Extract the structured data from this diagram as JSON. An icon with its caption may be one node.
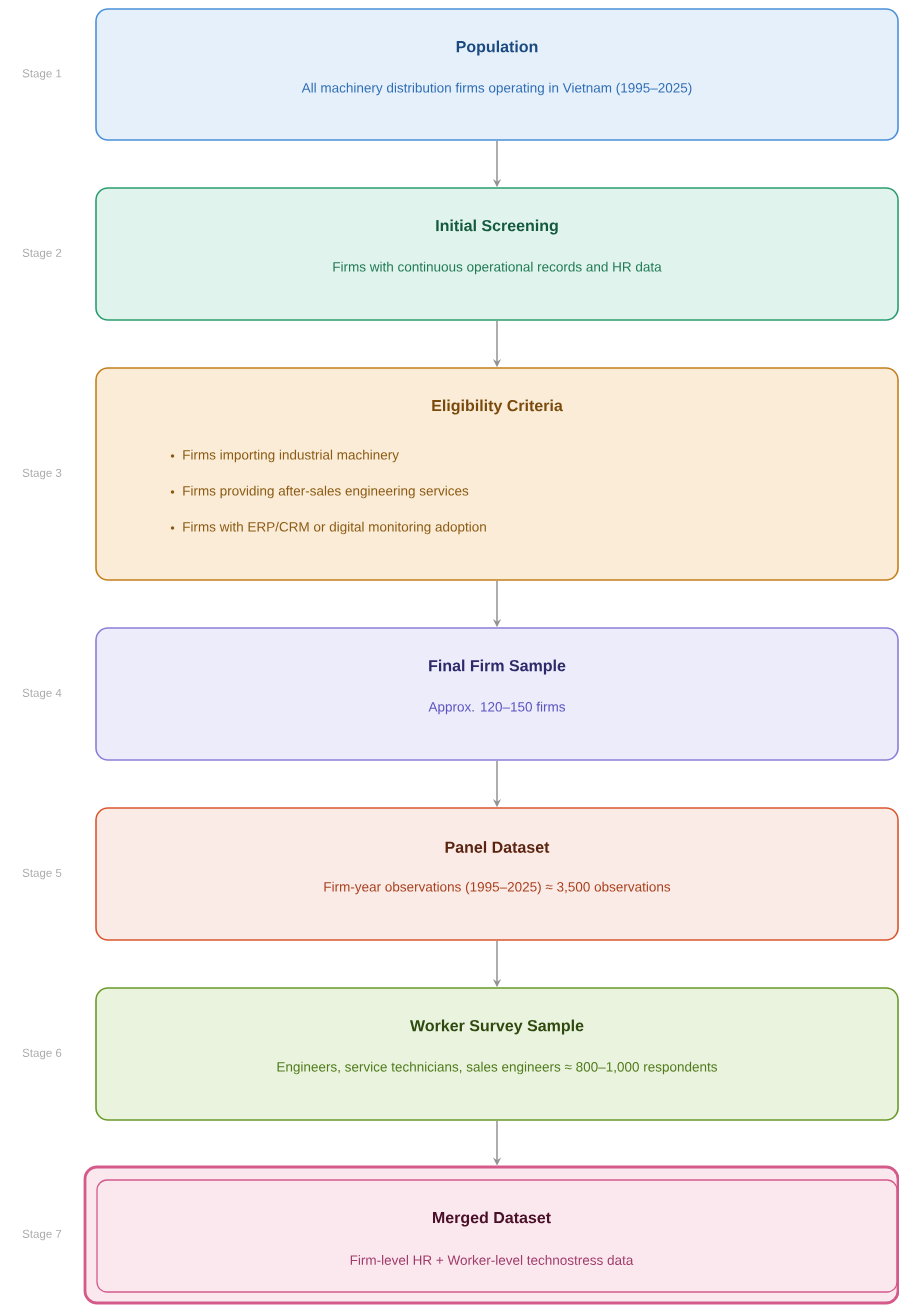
{
  "diagram": {
    "nodes": [
      {
        "text": [
          "Population",
          "All machinery distribution firms operating in Vietnam (1995–2025)"
        ],
        "beside": [
          "Stage 1"
        ]
      },
      {
        "text": [
          "Initial Screening",
          "Firms with continuous operational records and HR data"
        ],
        "beside": [
          "Stage 2"
        ]
      },
      {
        "text": [
          "Eligibility Criteria",
          "Firms importing industrial machinery",
          "Firms providing after-sales engineering services",
          "Firms with ERP/CRM or digital monitoring adoption"
        ],
        "beside": [
          "Stage 3"
        ]
      },
      {
        "text": [
          "Final Firm Sample",
          "Approx. 120–150 firms"
        ],
        "beside": [
          "Stage 4"
        ]
      },
      {
        "text": [
          "Panel Dataset",
          "Firm-year observations (1995–2025) ≈ 3,500 observations"
        ],
        "beside": [
          "Stage 5"
        ]
      },
      {
        "text": [
          "Worker Survey Sample",
          "Engineers, service technicians, sales engineers ≈ 800–1,000 respondents"
        ],
        "beside": [
          "Stage 6"
        ]
      },
      {
        "text": [
          "Merged Dataset",
          "Firm-level HR + Worker-level technostress data"
        ],
        "beside": [
          "Stage 7"
        ]
      }
    ],
    "edges": [
      {
        "from": 0,
        "to": 1,
        "arrow": "to"
      },
      {
        "from": 1,
        "to": 2,
        "arrow": "to"
      },
      {
        "from": 2,
        "to": 3,
        "arrow": "to"
      },
      {
        "from": 3,
        "to": 4,
        "arrow": "to"
      },
      {
        "from": 4,
        "to": 5,
        "arrow": "to"
      },
      {
        "from": 5,
        "to": 6,
        "arrow": "to"
      }
    ]
  }
}
